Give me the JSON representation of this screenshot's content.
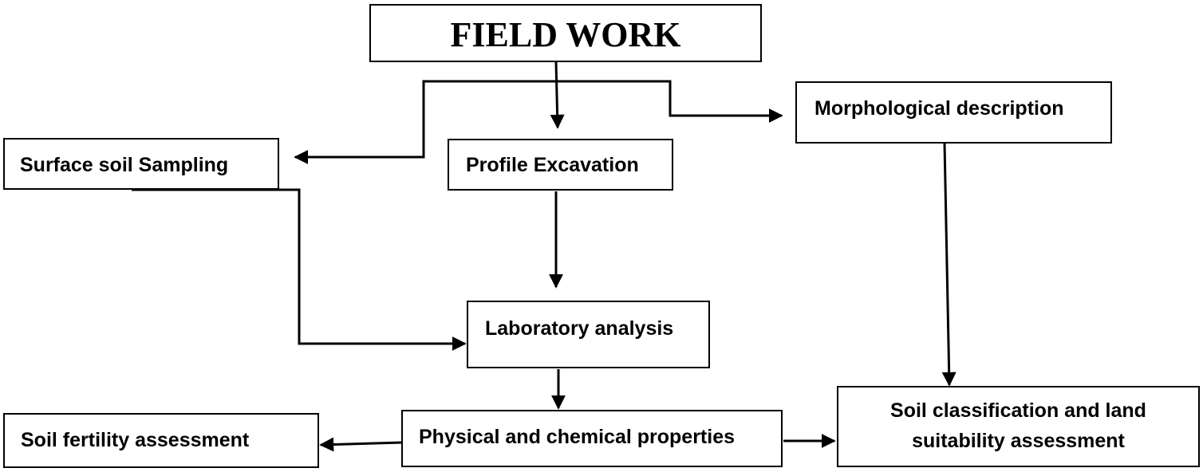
{
  "nodes": {
    "field_work": "FIELD WORK",
    "surface_soil_sampling": "Surface soil Sampling",
    "profile_excavation": "Profile Excavation",
    "morphological_description": "Morphological description",
    "laboratory_analysis": "Laboratory analysis",
    "soil_fertility_assessment": "Soil fertility assessment",
    "physical_chemical_properties": "Physical and chemical properties",
    "soil_classification_land_suitability": "Soil classification and land suitability assessment"
  }
}
